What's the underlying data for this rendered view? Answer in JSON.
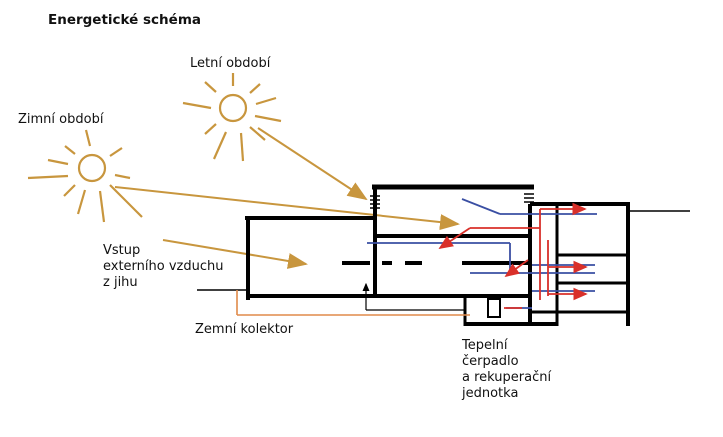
{
  "title": "Energetické schéma",
  "labels": {
    "summer": "Letní období",
    "winter": "Zimní období",
    "air_inlet": [
      "Vstup",
      "externího vzduchu",
      "z jihu"
    ],
    "ground_collector": "Zemní kolektor",
    "heat_pump": [
      "Tepelní",
      "čerpadlo",
      "a rekuperační",
      "jednotka"
    ]
  },
  "colors": {
    "sun": "#c8963e",
    "structure": "#000000",
    "cold_duct": "#3a4fa3",
    "warm_flow": "#d9302a",
    "ground_pipe": "#e08a4a"
  }
}
